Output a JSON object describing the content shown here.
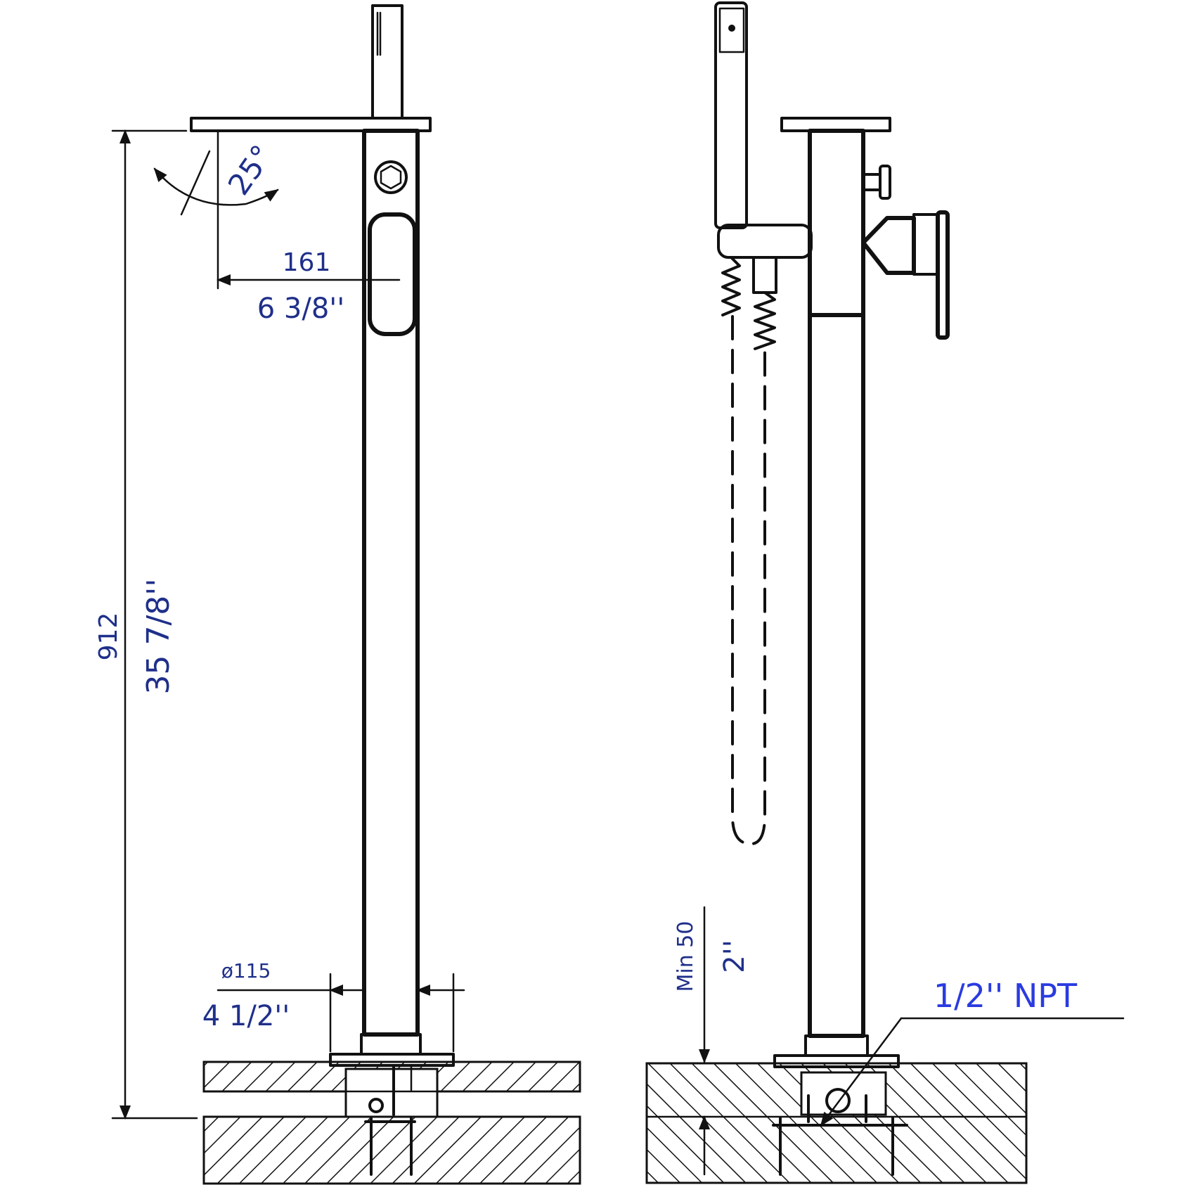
{
  "diagram": {
    "left_view": {
      "overall_height_mm": "912",
      "overall_height_in": "35 7/8''",
      "spout_reach_mm": "161",
      "spout_reach_in": "6 3/8''",
      "spout_angle": "25°",
      "base_diameter_mm": "ø115",
      "base_diameter_in": "4 1/2''"
    },
    "right_view": {
      "min_clearance_mm": "Min 50",
      "min_clearance_in": "2''",
      "connection_label": "1/2'' NPT"
    },
    "colors": {
      "dimension_text": "#1f2f8a",
      "callout_text": "#2a3be0",
      "line_work": "#111111",
      "background": "#ffffff"
    }
  }
}
